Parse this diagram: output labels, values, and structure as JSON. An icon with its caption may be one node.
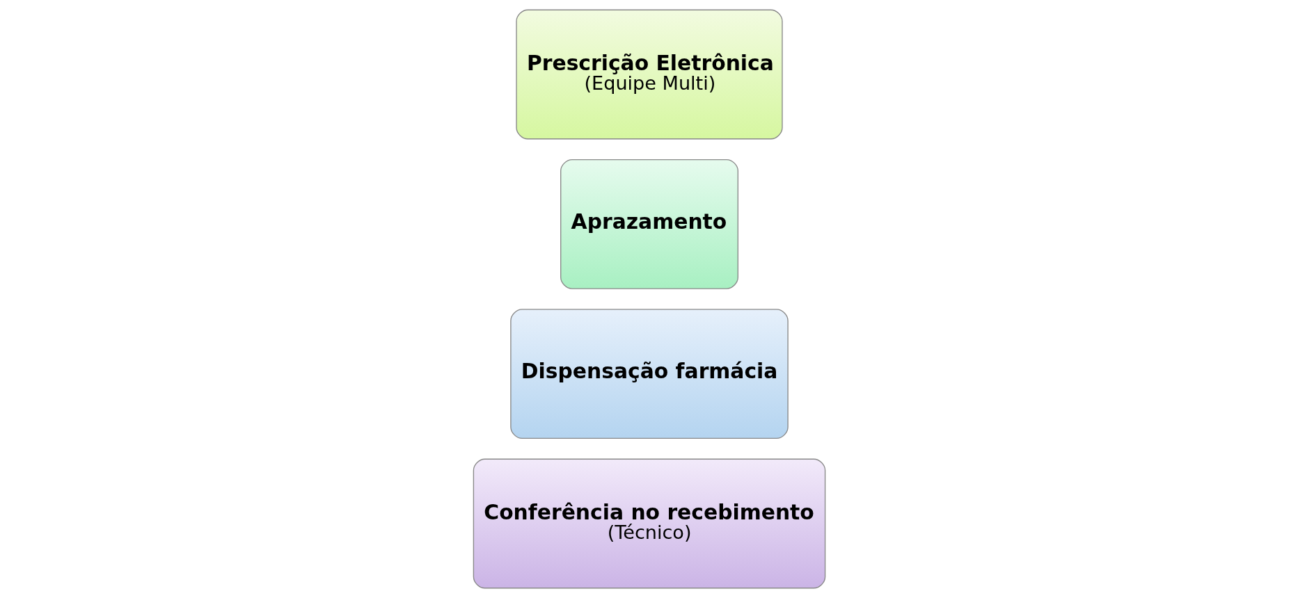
{
  "diagram": {
    "nodes": [
      {
        "text": [
          "Prescrição Eletrônica",
          "(Equipe Multi)"
        ]
      },
      {
        "text": [
          "Aprazamento"
        ]
      },
      {
        "text": [
          "Dispensação farmácia"
        ]
      },
      {
        "text": [
          "Conferência no recebimento",
          "(Técnico)"
        ]
      }
    ]
  }
}
